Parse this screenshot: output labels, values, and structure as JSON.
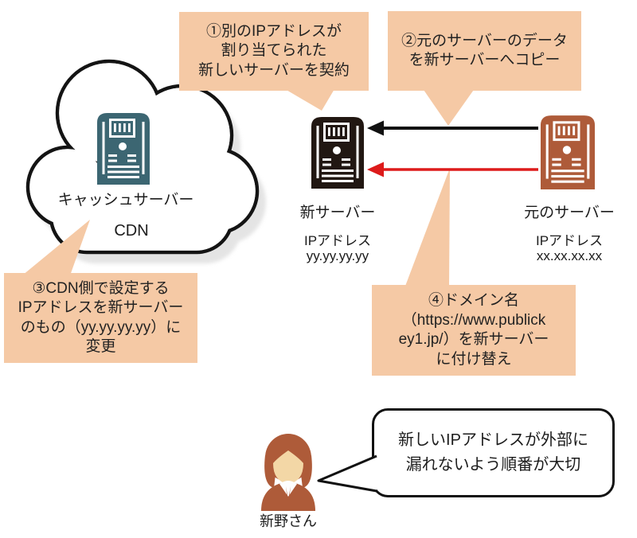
{
  "diagram_title": "CDN server migration steps",
  "palette": {
    "callout_bg": "#F5C9A5",
    "cache_server": "#3C6672",
    "new_server": "#211712",
    "origin_server": "#AE5B39",
    "copy_arrow": "#111111",
    "dns_switch_arrow": "#DD1B1B",
    "person_skin": "#F3D7A6",
    "person_suit": "#AE5B39"
  },
  "callouts": [
    {
      "lines": [
        "①別のIPアドレスが",
        "割り当てられた",
        "新しいサーバーを契約"
      ]
    },
    {
      "lines": [
        "②元のサーバーのデータ",
        "を新サーバーへコピー"
      ]
    },
    {
      "lines": [
        "③CDN側で設定する",
        "IPアドレスを新サーバー",
        "のもの（yy.yy.yy.yy）に",
        "変更"
      ]
    },
    {
      "lines": [
        "④ドメイン名",
        "（https://www.publick",
        "ey1.jp/）を新サーバー",
        "に付け替え"
      ]
    }
  ],
  "cloud": {
    "cache_server_label": "キャッシュサーバー",
    "cdn_label": "CDN"
  },
  "servers": {
    "new": {
      "label": "新サーバー",
      "ip_caption": "IPアドレス",
      "ip_value": "yy.yy.yy.yy"
    },
    "origin": {
      "label": "元のサーバー",
      "ip_caption": "IPアドレス",
      "ip_value": "xx.xx.xx.xx"
    }
  },
  "person": {
    "name": "新野さん"
  },
  "speech": {
    "lines": [
      "新しいIPアドレスが外部に",
      "漏れないよう順番が大切"
    ]
  }
}
